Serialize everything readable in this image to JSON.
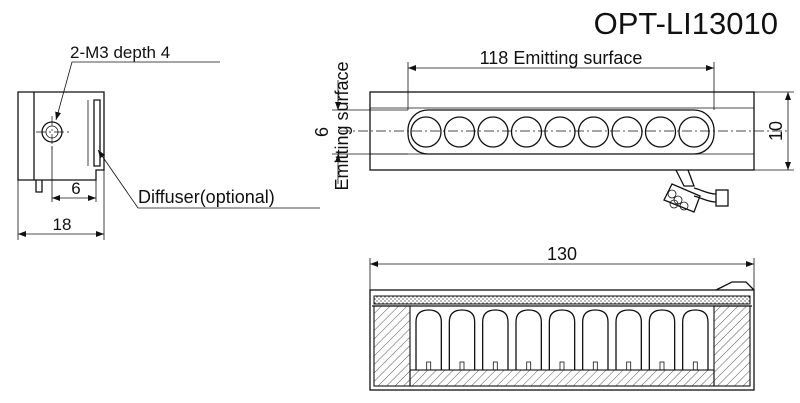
{
  "title": "OPT-LI13010",
  "side_view": {
    "thread_note": "2-M3 depth 4",
    "width_dim": "18",
    "offset_dim": "6",
    "diffuser_label": "Diffuser(optional)"
  },
  "front_view": {
    "emitting_length": "118 Emitting surface",
    "emitting_height_value": "6",
    "emitting_height_label": "Emitting surface",
    "height_dim": "10",
    "led_count": 9
  },
  "section_view": {
    "length_dim": "130",
    "led_count": 9
  }
}
